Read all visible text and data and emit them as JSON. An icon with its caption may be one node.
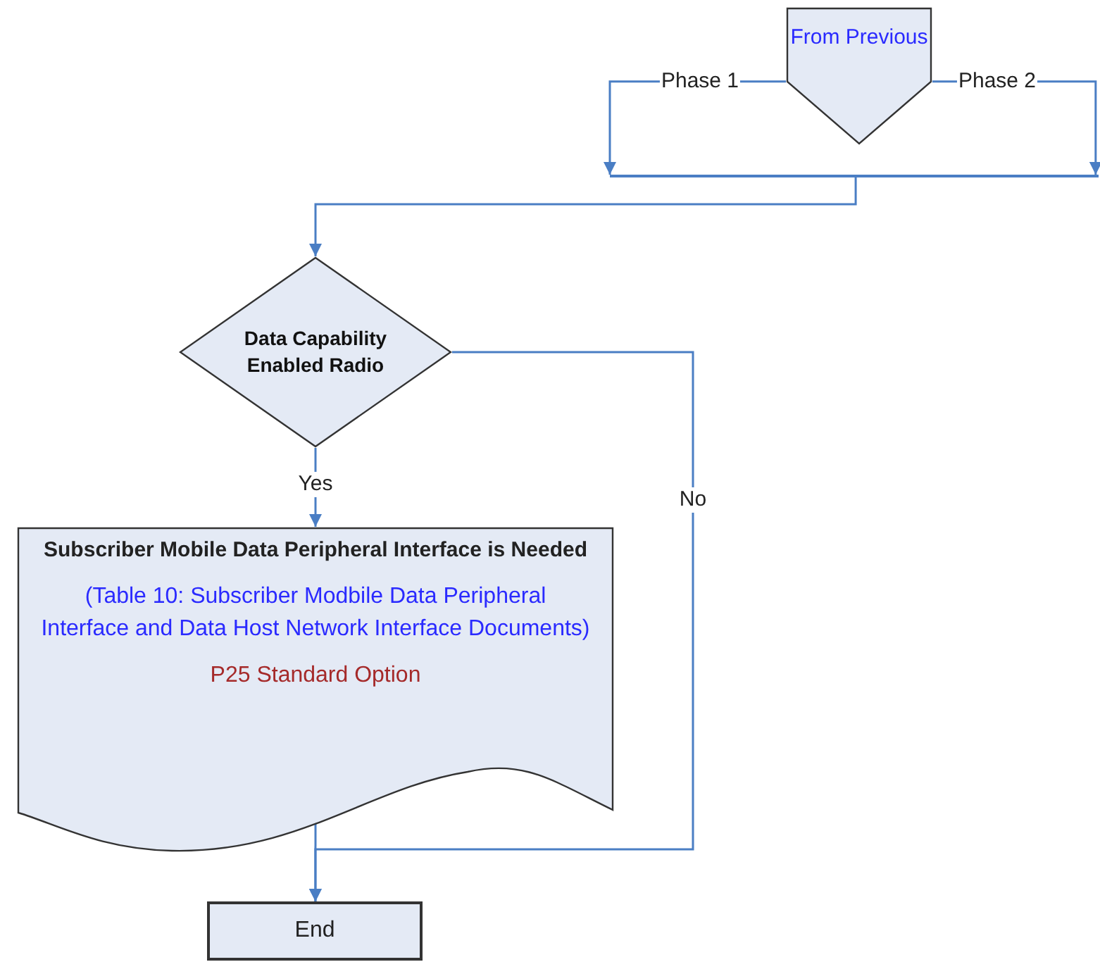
{
  "diagram": {
    "nodes": [
      {
        "text": [
          "From Previous"
        ]
      },
      {
        "text": [],
        "shape": "bar"
      },
      {
        "text": [
          "Data Capability Enabled Radio"
        ]
      },
      {
        "text": [
          "Subscriber Mobile Data Peripheral  Interface is Needed",
          "(Table 10: Subscriber Modbile Data Peripheral Interface and Data Host Network Interface Documents)",
          "P25 Standard Option"
        ]
      },
      {
        "text": [
          "End"
        ]
      }
    ],
    "edges": [
      {
        "from": 0,
        "to": 1,
        "arrow": "to",
        "label": "Phase 1"
      },
      {
        "from": 0,
        "to": 1,
        "arrow": "to",
        "label": "Phase 2"
      },
      {
        "from": 1,
        "to": 2,
        "arrow": "to"
      },
      {
        "from": 2,
        "to": 3,
        "arrow": "to",
        "label": "Yes"
      },
      {
        "from": 2,
        "to": 4,
        "arrow": "to",
        "label": "No"
      },
      {
        "from": 3,
        "to": 4,
        "arrow": "to"
      }
    ]
  }
}
